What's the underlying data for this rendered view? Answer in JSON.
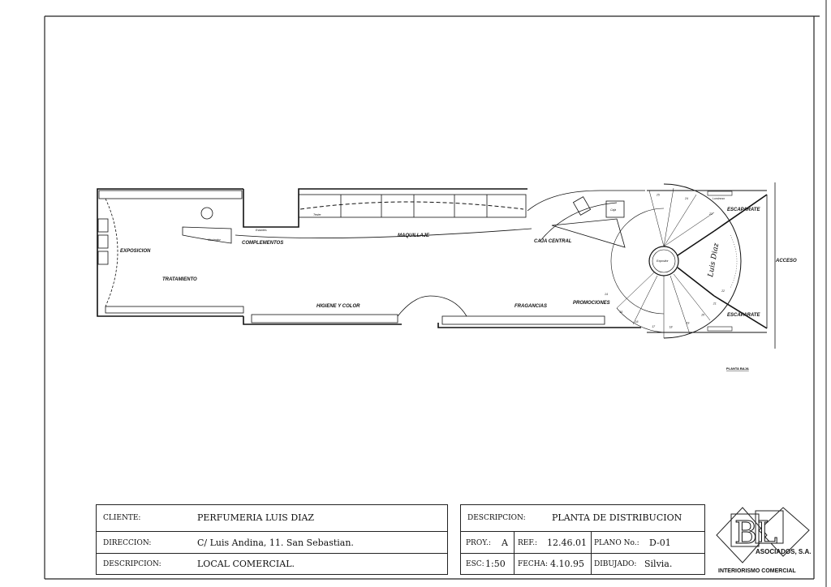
{
  "plan": {
    "zones": {
      "exposicion": "EXPOSICION",
      "tratamiento": "TRATAMIENTO",
      "complementos": "COMPLEMENTOS",
      "maquillaje": "MAQUILLAJE",
      "caja_central": "CAJA CENTRAL",
      "higiene": "HIGIENE Y COLOR",
      "fragancias": "FRAGANCIAS",
      "promociones": "PROMOCIONES",
      "escaparate_top": "ESCAPARATE",
      "escaparate_bottom": "ESCAPARATE",
      "acceso": "ACCESO"
    },
    "furniture": {
      "mostrador": "Mostrador",
      "estantes": "Estantes",
      "tester": "Tester",
      "caja": "Caja",
      "expositor": "Expositor",
      "luminoso": "Luminoso",
      "signature": "Luis Diaz"
    },
    "step_numbers": [
      "14",
      "15",
      "16",
      "17",
      "18",
      "19",
      "20",
      "21",
      "22",
      "23",
      "24",
      "25"
    ],
    "sheet_title": "PLANTA BAJA"
  },
  "title_block": {
    "cliente_label": "CLIENTE:",
    "cliente": "PERFUMERIA LUIS DIAZ",
    "direccion_label": "DIRECCION:",
    "direccion": "C/ Luis Andina, 11. San Sebastian.",
    "descripcion_label": "DESCRIPCION:",
    "descripcion": "LOCAL COMERCIAL.",
    "plano_descripcion_label": "DESCRIPCION:",
    "plano_descripcion": "PLANTA DE DISTRIBUCION",
    "proy_label": "PROY.:",
    "proy": "A",
    "ref_label": "REF.:",
    "ref": "12.46.01",
    "plano_label": "PLANO No.:",
    "plano": "D-01",
    "esc_label": "ESC:",
    "esc": "1:50",
    "fecha_label": "FECHA:",
    "fecha": "4.10.95",
    "dibujado_label": "DIBUJADO:",
    "dibujado": "Silvia."
  },
  "logo": {
    "letters": "BL",
    "company": "ASOCIADOS, S.A.",
    "tagline": "INTERIORISMO COMERCIAL"
  }
}
